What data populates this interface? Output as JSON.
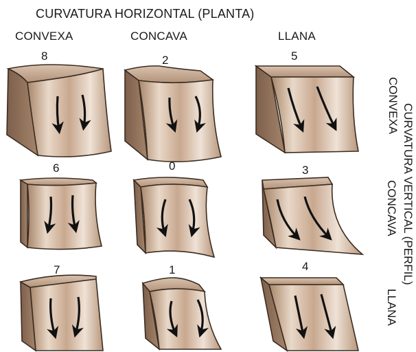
{
  "title_horizontal": "CURVATURA HORIZONTAL (PLANTA)",
  "title_vertical": "CURVATURA VERTICAL (PERFIL)",
  "columns": [
    "CONVEXA",
    "CONCAVA",
    "LLANA"
  ],
  "rows": [
    "CONVEXA",
    "CONCAVA",
    "LLANA"
  ],
  "cells": [
    [
      "8",
      "2",
      "5"
    ],
    [
      "6",
      "0",
      "3"
    ],
    [
      "7",
      "1",
      "4"
    ]
  ],
  "colors": {
    "block_light": "#f1e4d8",
    "block_mid": "#c9a88d",
    "block_dark": "#8a6a55",
    "outline": "#3a2c22",
    "arrow": "#111111"
  }
}
